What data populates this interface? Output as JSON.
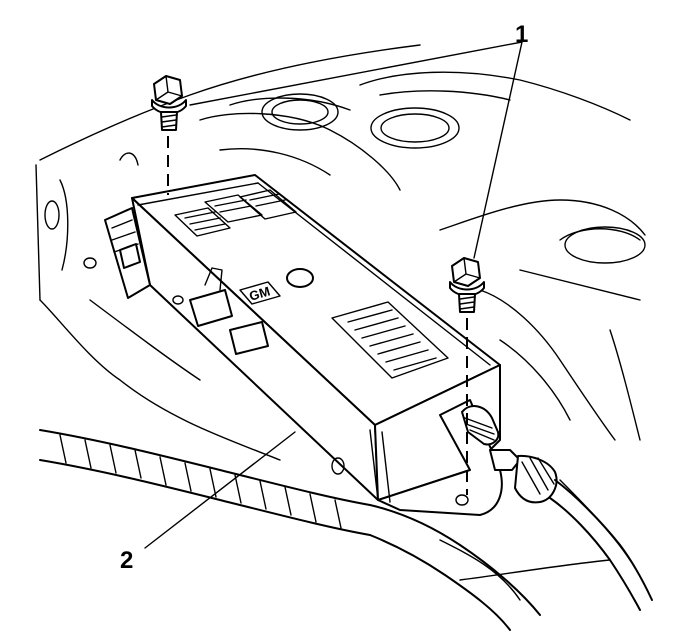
{
  "callouts": [
    {
      "number": "1",
      "refers_to": "bolts"
    },
    {
      "number": "2",
      "refers_to": "module"
    }
  ],
  "module_label": "GM",
  "colors": {
    "line": "#000000",
    "background": "#ffffff"
  }
}
